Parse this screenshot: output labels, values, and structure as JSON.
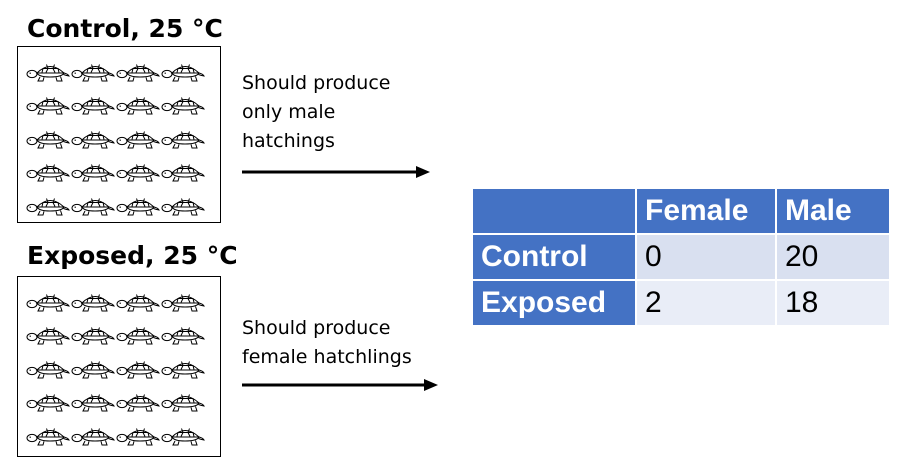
{
  "groups": [
    {
      "title": "Control, 25 °C",
      "rows": 5,
      "cols": 4
    },
    {
      "title": "Exposed, 25 °C",
      "rows": 5,
      "cols": 4
    }
  ],
  "notes": {
    "control": "Should produce\nonly male\nhatchings",
    "exposed": "Should produce\nfemale hatchlings"
  },
  "icons": {
    "egg": "turtle-icon",
    "arrow": "right-arrow-icon"
  },
  "table": {
    "headers": [
      "",
      "Female",
      "Male"
    ],
    "rows": [
      {
        "label": "Control",
        "female": "0",
        "male": "20"
      },
      {
        "label": "Exposed",
        "female": "2",
        "male": "18"
      }
    ]
  },
  "colors": {
    "header_bg": "#4472c4",
    "row1_bg": "#d9e0f0",
    "row2_bg": "#e9edf7"
  }
}
